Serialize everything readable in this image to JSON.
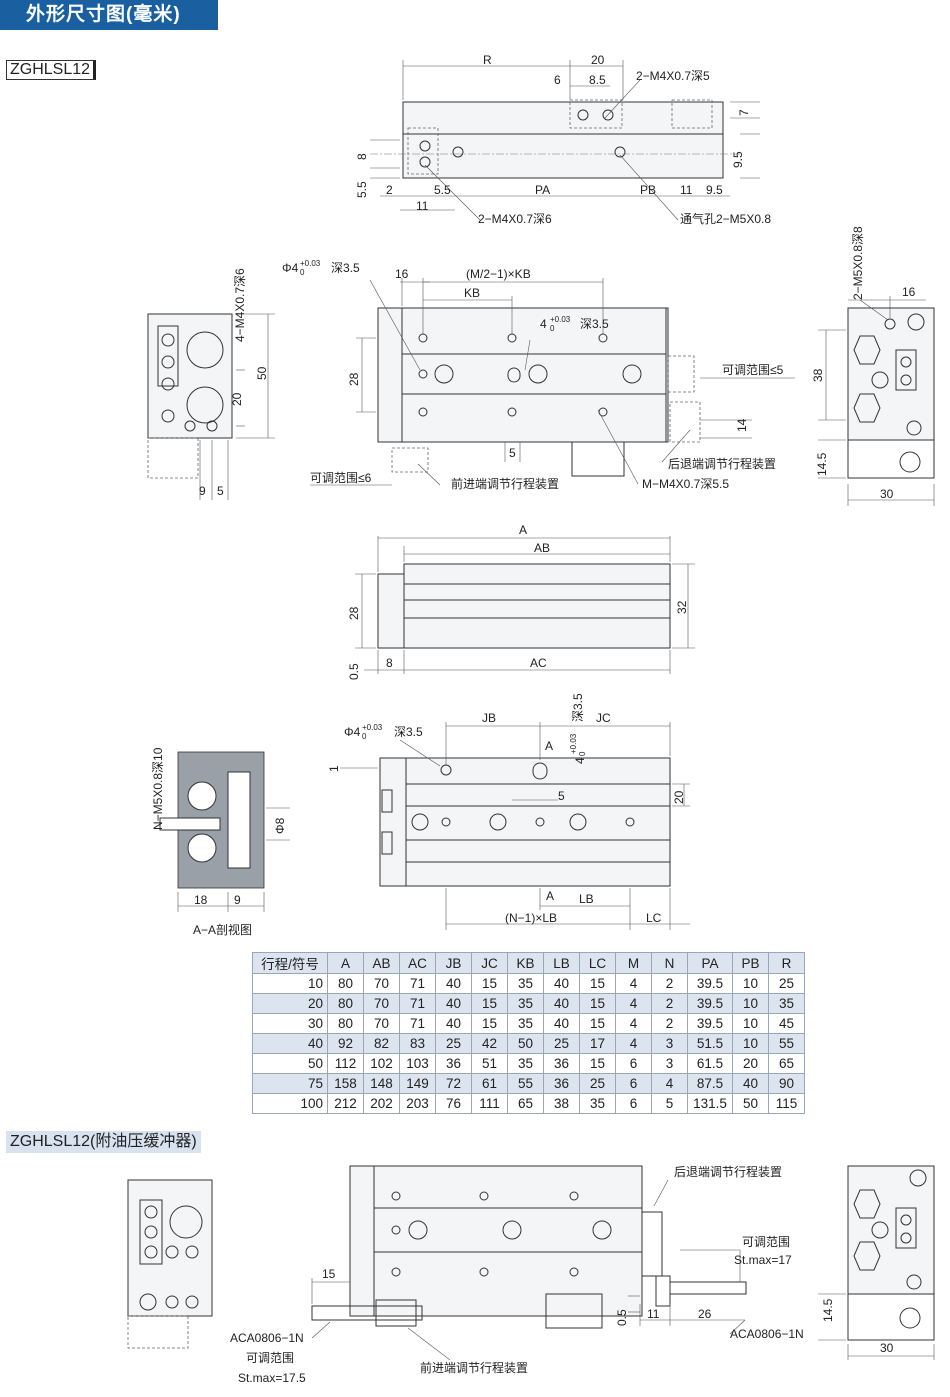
{
  "header": {
    "title": "外形尺寸图(毫米)"
  },
  "model": {
    "label": "ZGHLSL12"
  },
  "section2": {
    "label": "ZGHLSL12(附油压缓冲器)"
  },
  "dims": {
    "R": "R",
    "d20": "20",
    "d6": "6",
    "d8_5": "8.5",
    "m4x07_5": "2−M4X0.7深5",
    "d7": "7",
    "d8": "8",
    "d5_5": "5.5",
    "d9_5": "9.5",
    "d2": "2",
    "d5_5b": "5.5",
    "PA": "PA",
    "PB": "PB",
    "d11": "11",
    "d9_5b": "9.5",
    "d11b": "11",
    "m4x07_6": "2−M4X0.7深6",
    "vent": "通气孔2−M5X0.8",
    "phi4": "Φ4",
    "tol1": "+0.03",
    "tol1b": "0",
    "deep35": "深3.5",
    "d16": "16",
    "M2KB": "(M/2−1)×KB",
    "KB": "KB",
    "h4": "4",
    "tol2": "+0.03",
    "tol2b": "0",
    "deep35b": "深3.5",
    "d28": "28",
    "adj5": "可调范围≤5",
    "d14": "14",
    "d5": "5",
    "rearAdj": "后退端调节行程装置",
    "mm4": "M−M4X0.7深5.5",
    "adj6": "可调范围≤6",
    "frontAdj": "前进端调节行程装置",
    "m4x07_6v": "4−M4X0.7深6",
    "d50": "50",
    "d20v": "20",
    "d9": "9",
    "d5v": "5",
    "m5x08_8": "2−M5X0.8深8",
    "d16r": "16",
    "d38": "38",
    "d14_5": "14.5",
    "d30": "30",
    "A": "A",
    "AB": "AB",
    "d28c": "28",
    "d32": "32",
    "d0_5": "0.5",
    "d8c": "8",
    "AC": "AC",
    "nm5": "N−M5X0.8深10",
    "phi8": "Φ8",
    "d18": "18",
    "d9c": "9",
    "aa": "A−A剖视图",
    "phi4b": "Φ4",
    "tol3": "+0.03",
    "tol3b": "0",
    "deep35c": "深3.5",
    "JB": "JB",
    "JC": "JC",
    "vt": "4",
    "vtol": "+0.03",
    "vtolb": "0",
    "vdeep": "深3.5",
    "A1": "A",
    "d1": "1",
    "d5d": "5",
    "d20d": "20",
    "A2": "A",
    "LB": "LB",
    "N1LB": "(N−1)×LB",
    "LC": "LC",
    "rearAdj2": "后退端调节行程装置",
    "adjRange": "可调范围",
    "stmax17": "St.max=17",
    "d15": "15",
    "d0_5b": "0.5",
    "d11e": "11",
    "d26": "26",
    "aca1": "ACA0806−1N",
    "aca2": "ACA0806−1N",
    "adjRange2": "可调范围",
    "stmax175": "St.max=17.5",
    "frontAdj2": "前进端调节行程装置",
    "d14_5b": "14.5",
    "d30b": "30"
  },
  "table": {
    "headers": [
      "行程/符号",
      "A",
      "AB",
      "AC",
      "JB",
      "JC",
      "KB",
      "LB",
      "LC",
      "M",
      "N",
      "PA",
      "PB",
      "R"
    ],
    "rows": [
      [
        "10",
        "80",
        "70",
        "71",
        "40",
        "15",
        "35",
        "40",
        "15",
        "4",
        "2",
        "39.5",
        "10",
        "25"
      ],
      [
        "20",
        "80",
        "70",
        "71",
        "40",
        "15",
        "35",
        "40",
        "15",
        "4",
        "2",
        "39.5",
        "10",
        "35"
      ],
      [
        "30",
        "80",
        "70",
        "71",
        "40",
        "15",
        "35",
        "40",
        "15",
        "4",
        "2",
        "39.5",
        "10",
        "45"
      ],
      [
        "40",
        "92",
        "82",
        "83",
        "25",
        "42",
        "50",
        "25",
        "17",
        "4",
        "3",
        "51.5",
        "10",
        "55"
      ],
      [
        "50",
        "112",
        "102",
        "103",
        "36",
        "51",
        "35",
        "36",
        "15",
        "6",
        "3",
        "61.5",
        "20",
        "65"
      ],
      [
        "75",
        "158",
        "148",
        "149",
        "72",
        "61",
        "55",
        "36",
        "25",
        "6",
        "4",
        "87.5",
        "40",
        "90"
      ],
      [
        "100",
        "212",
        "202",
        "203",
        "76",
        "111",
        "65",
        "38",
        "35",
        "6",
        "5",
        "131.5",
        "50",
        "115"
      ]
    ]
  }
}
